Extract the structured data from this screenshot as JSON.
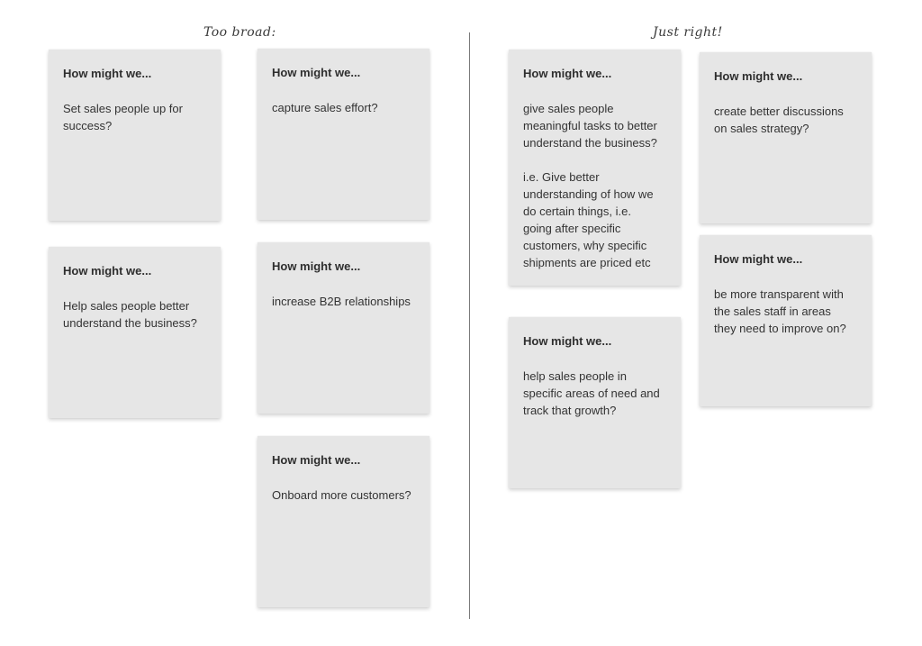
{
  "headings": {
    "left": "Too broad:",
    "right": "Just right!"
  },
  "notes": [
    {
      "title": "How might we...",
      "body": "Set sales people up for\nsuccess?"
    },
    {
      "title": "How might we...",
      "body": "Help sales people better\nunderstand the business?"
    },
    {
      "title": "How might we...",
      "body": "capture sales effort?"
    },
    {
      "title": "How might we...",
      "body": "increase B2B relationships"
    },
    {
      "title": "How might we...",
      "body": "Onboard more customers?"
    },
    {
      "title": "How might we...",
      "body": "give sales people\nmeaningful tasks to better\nunderstand the business?\n\ni.e. Give better\nunderstanding of how we\ndo certain things, i.e.\ngoing after specific\ncustomers, why specific\nshipments are priced etc"
    },
    {
      "title": "How might we...",
      "body": "help sales people in\nspecific areas of need and\ntrack that growth?"
    },
    {
      "title": "How might we...",
      "body": "create better discussions\non sales strategy?"
    },
    {
      "title": "How might we...",
      "body": "be more transparent with\nthe sales staff in areas\nthey need to improve on?"
    }
  ],
  "colors": {
    "note_background": "#e6e6e6",
    "divider": "#7a7a7a"
  }
}
